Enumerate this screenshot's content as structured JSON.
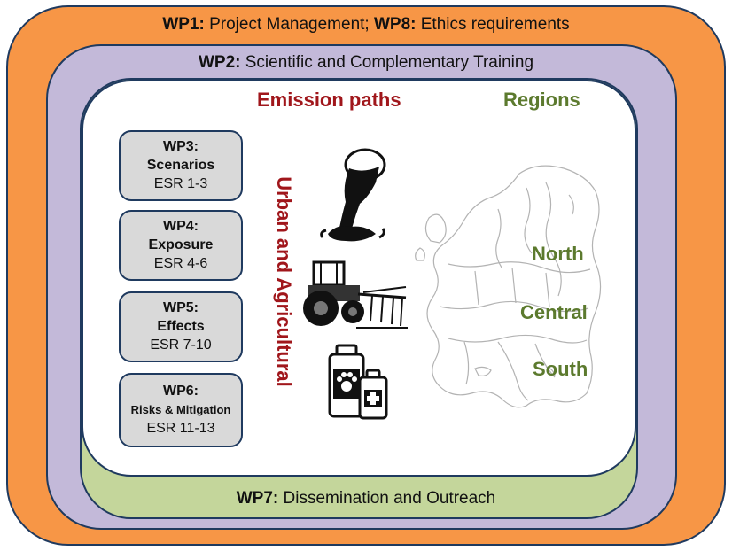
{
  "bands": {
    "wp1": {
      "label1": "WP1:",
      "text1": " Project Management; ",
      "label2": "WP8:",
      "text2": " Ethics requirements"
    },
    "wp2": {
      "label": "WP2:",
      "text": " Scientific and Complementary Training"
    },
    "wp7": {
      "label": "WP7:",
      "text": " Dissemination and Outreach"
    }
  },
  "headings": {
    "emission_paths": "Emission paths",
    "regions": "Regions",
    "vertical": "Urban and Agricultural"
  },
  "work_packages": [
    {
      "id": "WP3:",
      "name": "Scenarios",
      "esr": "ESR 1-3"
    },
    {
      "id": "WP4:",
      "name": "Exposure",
      "esr": "ESR 4-6"
    },
    {
      "id": "WP5:",
      "name": "Effects",
      "esr": "ESR 7-10"
    },
    {
      "id": "WP6:",
      "name": "Risks & Mitigation",
      "esr": "ESR 11-13"
    }
  ],
  "regions": {
    "north": "North",
    "central": "Central",
    "south": "South"
  },
  "colors": {
    "wp1": "#f79646",
    "wp2": "#c3b9d9",
    "wp7": "#c4d69b",
    "emission_text": "#a0161b",
    "region_text": "#5c7a2e",
    "wp_box": "#d9d9d9",
    "border": "#1f3a5f"
  },
  "icons": [
    "sewer-outflow-icon",
    "tractor-sprayer-icon",
    "medicine-bottles-icon",
    "europe-map"
  ]
}
